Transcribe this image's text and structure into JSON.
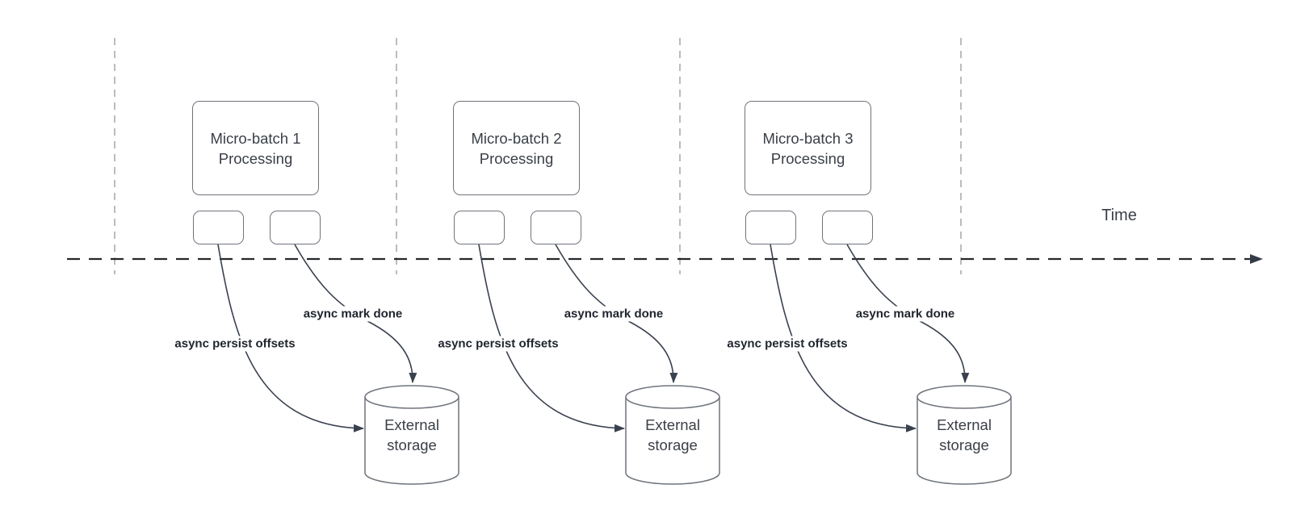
{
  "diagram": {
    "time_axis_label": "Time",
    "batches": [
      {
        "process_label": "Micro-batch 1 Processing",
        "persist_offsets_label": "async persist offsets",
        "mark_done_label": "async mark done",
        "storage_label": "External storage"
      },
      {
        "process_label": "Micro-batch 2 Processing",
        "persist_offsets_label": "async persist offsets",
        "mark_done_label": "async mark done",
        "storage_label": "External storage"
      },
      {
        "process_label": "Micro-batch 3 Processing",
        "persist_offsets_label": "async persist offsets",
        "mark_done_label": "async mark done",
        "storage_label": "External storage"
      }
    ],
    "colors": {
      "curve_arrow": "#39414e",
      "shape_border": "#6f747c",
      "interval_divider": "#a8abb0",
      "timeline": "#26282c",
      "label_text": "#20252e",
      "shape_text": "#3a3f47"
    }
  }
}
